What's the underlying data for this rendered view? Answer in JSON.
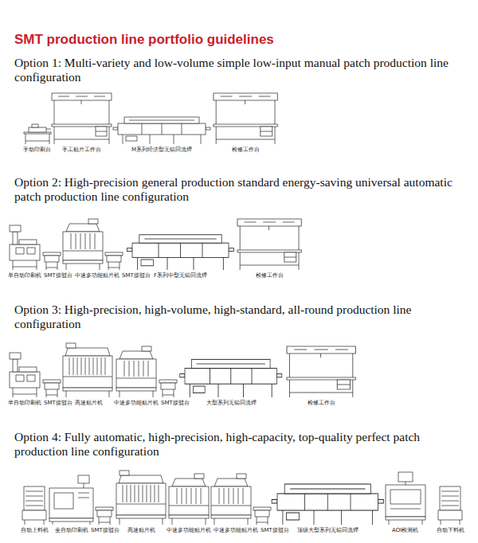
{
  "diagram": {
    "title": "SMT production line portfolio guidelines",
    "labels": [
      "Option 1: Multi-variety and low-volume simple low-input manual patch production line configuration",
      "手动印刷台",
      "手工贴片工作台",
      "M系列经济型无铅回流焊",
      "检修工作台",
      "Option 2: High-precision general production standard energy-saving universal automatic patch production line configuration",
      "单自动印刷机",
      "SMT接驳台",
      "中速多功能贴片机",
      "SMT接驳台",
      "F系列中型无铅回流焊",
      "检修工作台",
      "Option 3: High-precision, high-volume, high-standard, all-round production line configuration",
      "半自动印刷机",
      "SMT接驳台",
      "高速贴片机",
      "中速多功能贴片机",
      "SMT接驳台",
      "大型系列无铅回流焊",
      "检修工作台",
      "Option 4: Fully automatic, high-precision, high-capacity, top-quality perfect patch production line configuration",
      "自动上料机",
      "全自动印刷机",
      "SMT接驳台",
      "高速贴片机",
      "中速多功能贴片机",
      "中速多功能贴片机",
      "SMT接驳台",
      "顶级大型系列无铅回流焊",
      "AOI检测机",
      "自动下料机"
    ]
  }
}
